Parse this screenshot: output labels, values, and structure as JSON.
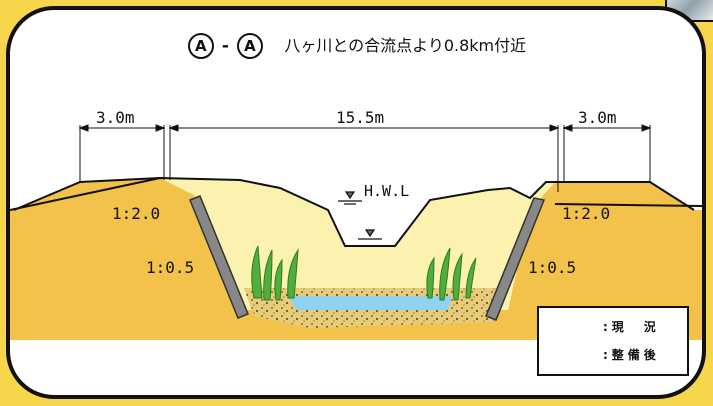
{
  "photo_corner": {
    "icon": "photo-thumbnail-icon"
  },
  "title": {
    "mark": "A",
    "dash": "-",
    "location": "八ヶ川との合流点より0.8km付近"
  },
  "dimensions": {
    "left_berm": "3.0m",
    "channel_width": "15.5m",
    "right_berm": "3.0m"
  },
  "water_level": "H.W.L",
  "slopes": {
    "upper_left": "1:2.0",
    "upper_right": "1:2.0",
    "lower_left": "1:0.5",
    "lower_right": "1:0.5"
  },
  "legend": {
    "existing": ":現　況",
    "after": ":整備後"
  },
  "colors": {
    "background": "#f6d64a",
    "ground_existing": "#f2c24a",
    "ground_new_area": "#fbf2b0",
    "water": "#8fd3f0",
    "vegetation": "#4fae3c",
    "gravel": "#c4a456"
  }
}
